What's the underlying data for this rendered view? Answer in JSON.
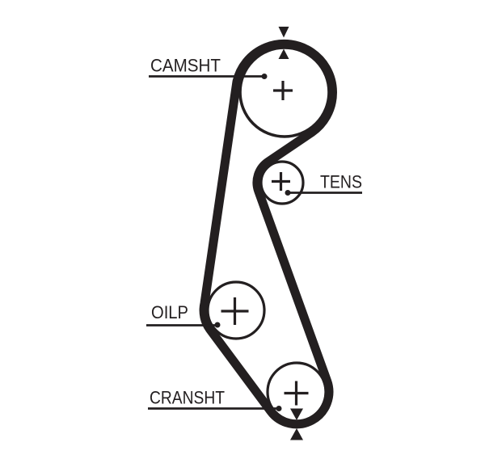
{
  "diagram": {
    "kind": "timing-belt-routing",
    "labels": {
      "camshaft": "CAMSHT",
      "tensioner": "TENS",
      "oil_pump": "OILP",
      "crankshaft": "CRANSHT"
    },
    "icons": {
      "pulley_center_mark": "plus-cross",
      "timing_mark_top_outer": "triangle-down",
      "timing_mark_top_inner": "triangle-up",
      "timing_mark_bottom_inner": "triangle-down",
      "timing_mark_bottom_outer": "triangle-up",
      "leader_end": "dot"
    },
    "colors": {
      "ink": "#231f20",
      "background": "#ffffff"
    }
  }
}
